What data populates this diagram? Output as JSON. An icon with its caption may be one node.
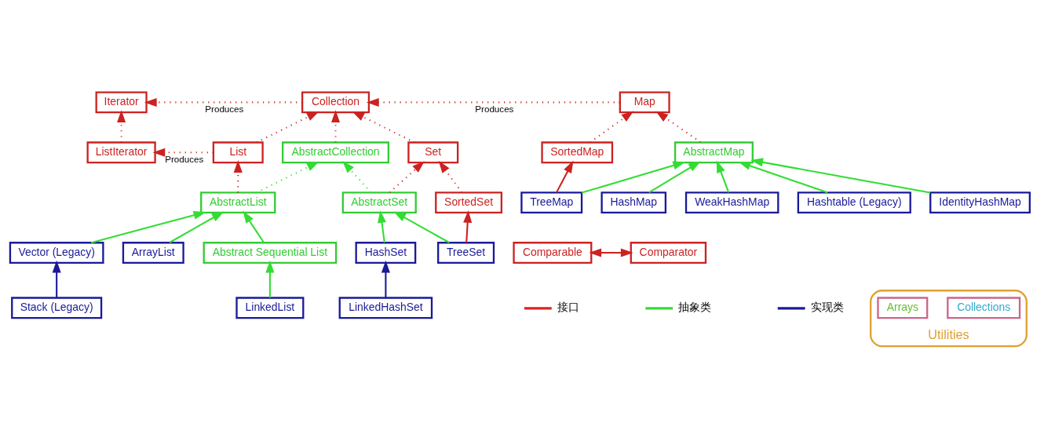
{
  "diagram": {
    "nodes": [
      {
        "text": [
          "Iterator"
        ]
      },
      {
        "text": [
          "Collection"
        ]
      },
      {
        "text": [
          "Map"
        ]
      },
      {
        "text": [
          "ListIterator"
        ]
      },
      {
        "text": [
          "List"
        ]
      },
      {
        "text": [
          "AbstractCollection"
        ]
      },
      {
        "text": [
          "Set"
        ]
      },
      {
        "text": [
          "AbstractMap"
        ]
      },
      {
        "text": [
          "SortedMap"
        ]
      },
      {
        "text": [
          "AbstractList"
        ]
      },
      {
        "text": [
          "AbstractSet"
        ]
      },
      {
        "text": [
          "SortedSet"
        ]
      },
      {
        "text": [
          "Vector (Legacy)"
        ]
      },
      {
        "text": [
          "ArrayList"
        ]
      },
      {
        "text": [
          "Abstract Sequential List"
        ]
      },
      {
        "text": [
          "HashSet"
        ]
      },
      {
        "text": [
          "TreeSet"
        ]
      },
      {
        "text": [
          "TreeMap"
        ]
      },
      {
        "text": [
          "HashMap"
        ]
      },
      {
        "text": [
          "WeakHashMap"
        ]
      },
      {
        "text": [
          "Stack (Legacy)"
        ]
      },
      {
        "text": [
          "LinkedList"
        ]
      },
      {
        "text": [
          "LinkedHashSet"
        ]
      },
      {
        "text": [
          "Hashtable (Legacy)"
        ]
      },
      {
        "text": [
          "IdentityHashMap"
        ]
      },
      {
        "text": [
          "Comparable"
        ]
      },
      {
        "text": [
          "Comparator"
        ]
      },
      {
        "text": [
          "Utilities"
        ]
      },
      {
        "text": [
          "Collections"
        ],
        "in": 27
      },
      {
        "text": [
          "Arrays"
        ],
        "in": 27
      }
    ],
    "edges": [
      {
        "from": 1,
        "to": 0,
        "arrow": "to",
        "label": "Produces",
        "style": "dashed"
      },
      {
        "from": 2,
        "to": 1,
        "arrow": "to",
        "label": "Produces",
        "style": "dashed"
      },
      {
        "from": 3,
        "to": 0,
        "arrow": "to",
        "style": "dashed"
      },
      {
        "from": 4,
        "to": 3,
        "arrow": "to",
        "label": "Produces",
        "style": "dashed"
      },
      {
        "from": 4,
        "to": 1,
        "arrow": "to",
        "style": "dashed"
      },
      {
        "from": 5,
        "to": 1,
        "arrow": "to",
        "style": "dashed"
      },
      {
        "from": 6,
        "to": 1,
        "arrow": "to",
        "style": "dashed"
      },
      {
        "from": 7,
        "to": 2,
        "arrow": "to",
        "style": "dashed"
      },
      {
        "from": 8,
        "to": 2,
        "arrow": "to",
        "style": "dashed"
      },
      {
        "from": 9,
        "to": 4,
        "arrow": "to",
        "style": "dashed"
      },
      {
        "from": 9,
        "to": 5,
        "arrow": "to",
        "style": "dashed",
        "color": "#33dd33"
      },
      {
        "from": 10,
        "to": 5,
        "arrow": "to",
        "style": "dashed",
        "color": "#33dd33"
      },
      {
        "from": 10,
        "to": 6,
        "arrow": "to",
        "style": "dashed"
      },
      {
        "from": 11,
        "to": 6,
        "arrow": "to",
        "style": "dashed"
      },
      {
        "from": 12,
        "to": 9,
        "arrow": "to",
        "color": "#33dd33"
      },
      {
        "from": 13,
        "to": 9,
        "arrow": "to",
        "color": "#33dd33"
      },
      {
        "from": 14,
        "to": 9,
        "arrow": "to",
        "color": "#33dd33"
      },
      {
        "from": 15,
        "to": 10,
        "arrow": "to",
        "color": "#33dd33"
      },
      {
        "from": 16,
        "to": 10,
        "arrow": "to",
        "color": "#33dd33"
      },
      {
        "from": 16,
        "to": 11,
        "arrow": "to"
      },
      {
        "from": 17,
        "to": 7,
        "arrow": "to",
        "color": "#33dd33"
      },
      {
        "from": 18,
        "to": 7,
        "arrow": "to",
        "color": "#33dd33"
      },
      {
        "from": 19,
        "to": 7,
        "arrow": "to",
        "color": "#33dd33"
      },
      {
        "from": 23,
        "to": 7,
        "arrow": "to",
        "color": "#33dd33"
      },
      {
        "from": 24,
        "to": 7,
        "arrow": "to",
        "color": "#33dd33"
      },
      {
        "from": 17,
        "to": 8,
        "arrow": "to"
      },
      {
        "from": 20,
        "to": 12,
        "arrow": "to",
        "color": "#1a1a99"
      },
      {
        "from": 21,
        "to": 14,
        "arrow": "to",
        "color": "#33dd33"
      },
      {
        "from": 22,
        "to": 15,
        "arrow": "to",
        "color": "#1a1a99"
      },
      {
        "from": 25,
        "to": 26,
        "arrow": "both"
      }
    ],
    "legend": [
      {
        "text": "接口",
        "color": "#dd2222"
      },
      {
        "text": "抽象类",
        "color": "#33dd33"
      },
      {
        "text": "实现类",
        "color": "#1a1a99"
      }
    ]
  }
}
